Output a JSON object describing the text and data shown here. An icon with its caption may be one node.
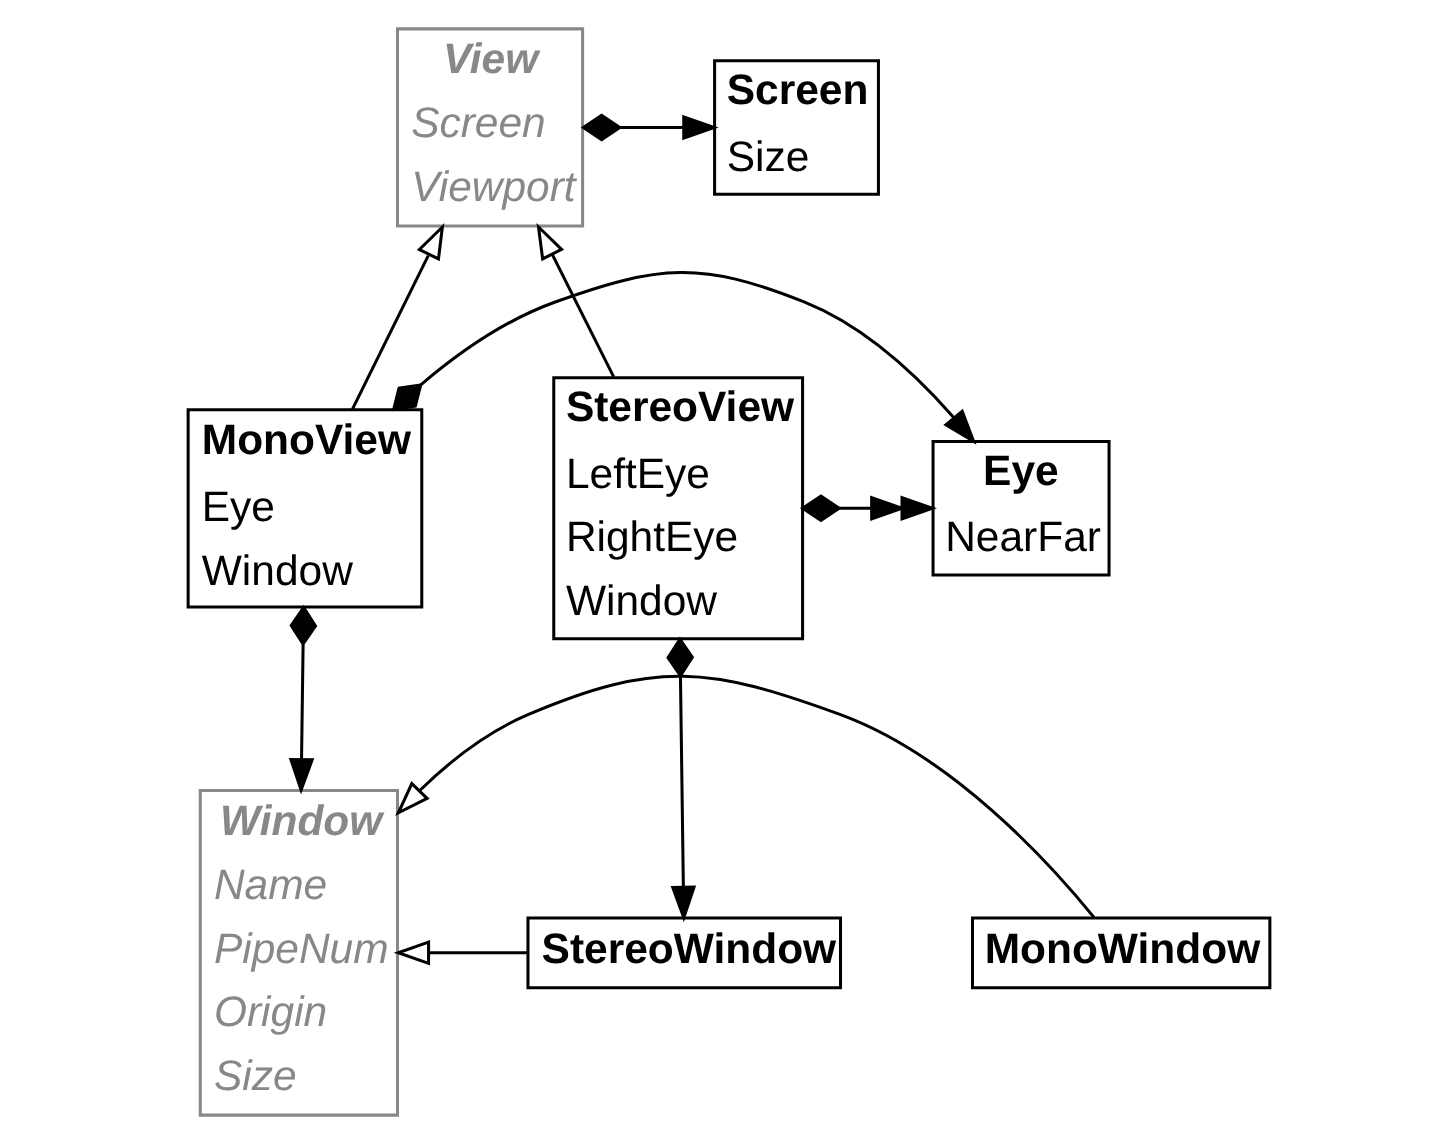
{
  "diagram": {
    "nodes": [
      {
        "text": [
          "View",
          "Screen",
          "Viewport"
        ]
      },
      {
        "text": [
          "Screen",
          "Size"
        ]
      },
      {
        "text": [
          "MonoView",
          "Eye",
          "Window"
        ]
      },
      {
        "text": [
          "Eye",
          "NearFar"
        ]
      },
      {
        "text": [
          "StereoView",
          "LeftEye",
          "RightEye",
          "Window"
        ]
      },
      {
        "text": [
          "Window",
          "Name",
          "PipeNum",
          "Origin",
          "Size"
        ]
      },
      {
        "text": [
          "MonoWindow"
        ]
      },
      {
        "text": [
          "StereoWindow"
        ]
      }
    ],
    "edges": [
      {
        "from": 0,
        "to": 1,
        "arrow": "to"
      },
      {
        "from": 2,
        "to": 0,
        "arrow": "to"
      },
      {
        "from": 4,
        "to": 0,
        "arrow": "to"
      },
      {
        "from": 2,
        "to": 3,
        "arrow": "to"
      },
      {
        "from": 4,
        "to": 3,
        "arrow": "to"
      },
      {
        "from": 2,
        "to": 5,
        "arrow": "to"
      },
      {
        "from": 4,
        "to": 7,
        "arrow": "to"
      },
      {
        "from": 6,
        "to": 5,
        "arrow": "to"
      },
      {
        "from": 7,
        "to": 5,
        "arrow": "to"
      }
    ]
  }
}
